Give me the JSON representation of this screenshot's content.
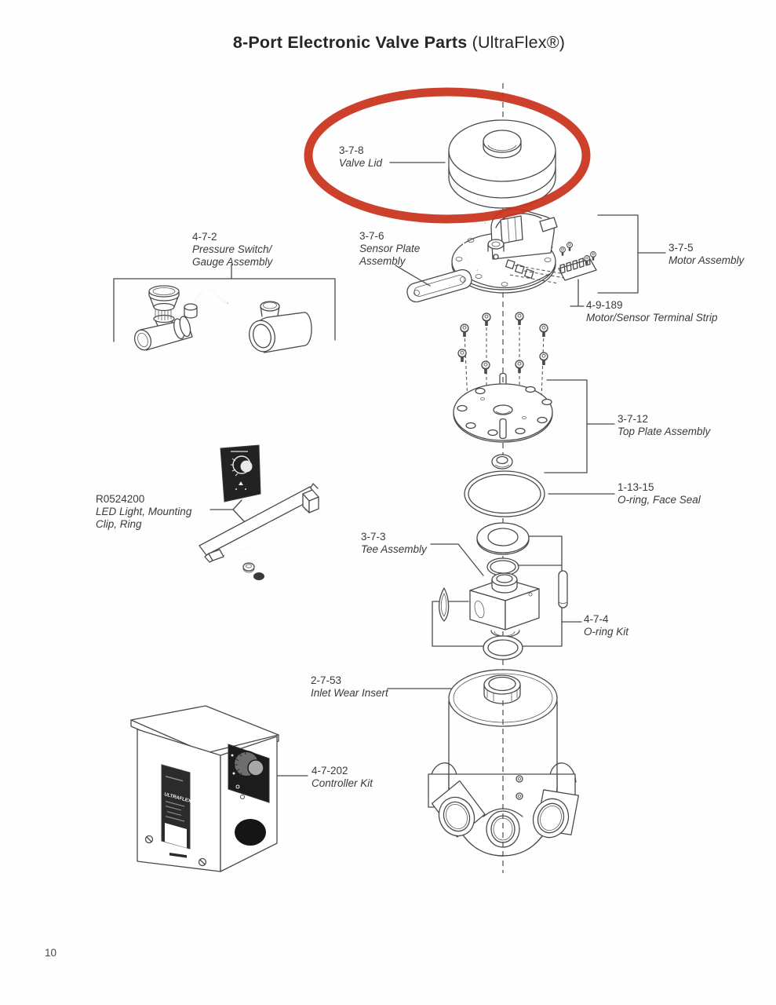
{
  "page": {
    "title_bold": "8-Port Electronic Valve Parts",
    "title_suffix": " (UltraFlex®)",
    "page_number": "10"
  },
  "colors": {
    "highlight_marker": "#c9311b",
    "line_art": "#4a4a4a",
    "panel_dark": "#232323"
  },
  "parts": {
    "valve_lid": {
      "number": "3-7-8",
      "name": "Valve Lid"
    },
    "pressure_switch": {
      "number": "4-7-2",
      "name_line1": "Pressure Switch/",
      "name_line2": "Gauge Assembly"
    },
    "sensor_plate": {
      "number": "3-7-6",
      "name_line1": "Sensor Plate",
      "name_line2": "Assembly"
    },
    "motor_assembly": {
      "number": "3-7-5",
      "name": "Motor Assembly"
    },
    "terminal_strip": {
      "number": "4-9-189",
      "name": "Motor/Sensor Terminal Strip"
    },
    "top_plate": {
      "number": "3-7-12",
      "name": "Top Plate Assembly"
    },
    "face_seal": {
      "number": "1-13-15",
      "name": "O-ring, Face Seal"
    },
    "led_light": {
      "number": "R0524200",
      "name_line1": "LED Light, Mounting",
      "name_line2": "Clip, Ring"
    },
    "tee_assembly": {
      "number": "3-7-3",
      "name": "Tee Assembly"
    },
    "oring_kit": {
      "number": "4-7-4",
      "name": "O-ring Kit"
    },
    "inlet_insert": {
      "number": "2-7-53",
      "name": "Inlet Wear Insert"
    },
    "controller_kit": {
      "number": "4-7-202",
      "name": "Controller Kit"
    }
  },
  "controller_label": "ULTRAFLEX"
}
